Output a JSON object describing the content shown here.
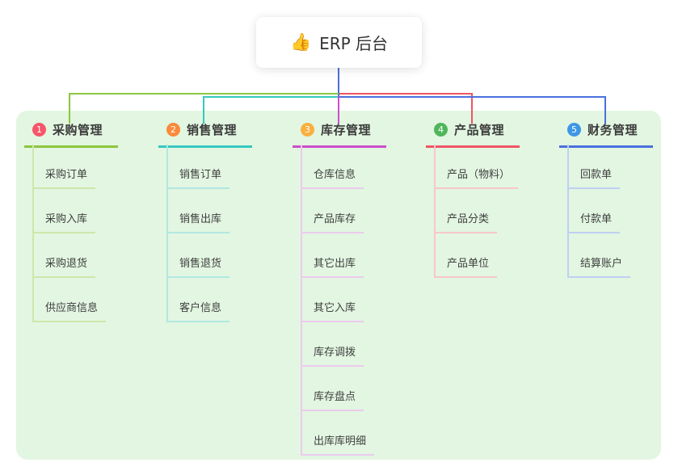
{
  "root": {
    "emoji": "👍",
    "label": "ERP 后台"
  },
  "colors": {
    "panel": "#e2f6e1",
    "root_line": "#4a6fdd"
  },
  "branches": [
    {
      "num": "1",
      "label": "采购管理",
      "color": "#8cc63e",
      "light": "#cfe7ab",
      "badge": "#f7566a",
      "children": [
        "采购订单",
        "采购入库",
        "采购退货",
        "供应商信息"
      ]
    },
    {
      "num": "2",
      "label": "销售管理",
      "color": "#35c8c0",
      "light": "#b2e7e2",
      "badge": "#fb8a3c",
      "children": [
        "销售订单",
        "销售出库",
        "销售退货",
        "客户信息"
      ]
    },
    {
      "num": "3",
      "label": "库存管理",
      "color": "#cc4ecb",
      "light": "#eccaee",
      "badge": "#fbaf3f",
      "children": [
        "仓库信息",
        "产品库存",
        "其它出库",
        "其它入库",
        "库存调拨",
        "库存盘点",
        "出库库明细"
      ]
    },
    {
      "num": "4",
      "label": "产品管理",
      "color": "#ef5565",
      "light": "#f8c6cb",
      "badge": "#50b65a",
      "children": [
        "产品（物料）",
        "产品分类",
        "产品单位"
      ]
    },
    {
      "num": "5",
      "label": "财务管理",
      "color": "#4a70dd",
      "light": "#c0cff2",
      "badge": "#3e97e6",
      "children": [
        "回款单",
        "付款单",
        "结算账户"
      ]
    }
  ]
}
